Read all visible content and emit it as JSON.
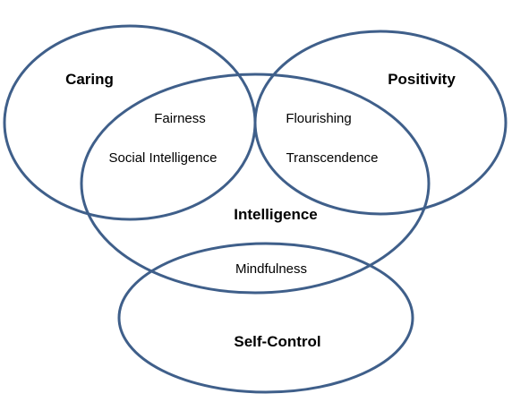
{
  "colors": {
    "outline": "#3f5f8a",
    "text": "#000000",
    "background": "#ffffff"
  },
  "diagram": {
    "sets": {
      "caring": "Caring",
      "positivity": "Positivity",
      "intelligence": "Intelligence",
      "self_control": "Self-Control"
    },
    "traits": {
      "fairness": "Fairness",
      "social_intelligence": "Social Intelligence",
      "flourishing": "Flourishing",
      "transcendence": "Transcendence",
      "mindfulness": "Mindfulness"
    }
  }
}
